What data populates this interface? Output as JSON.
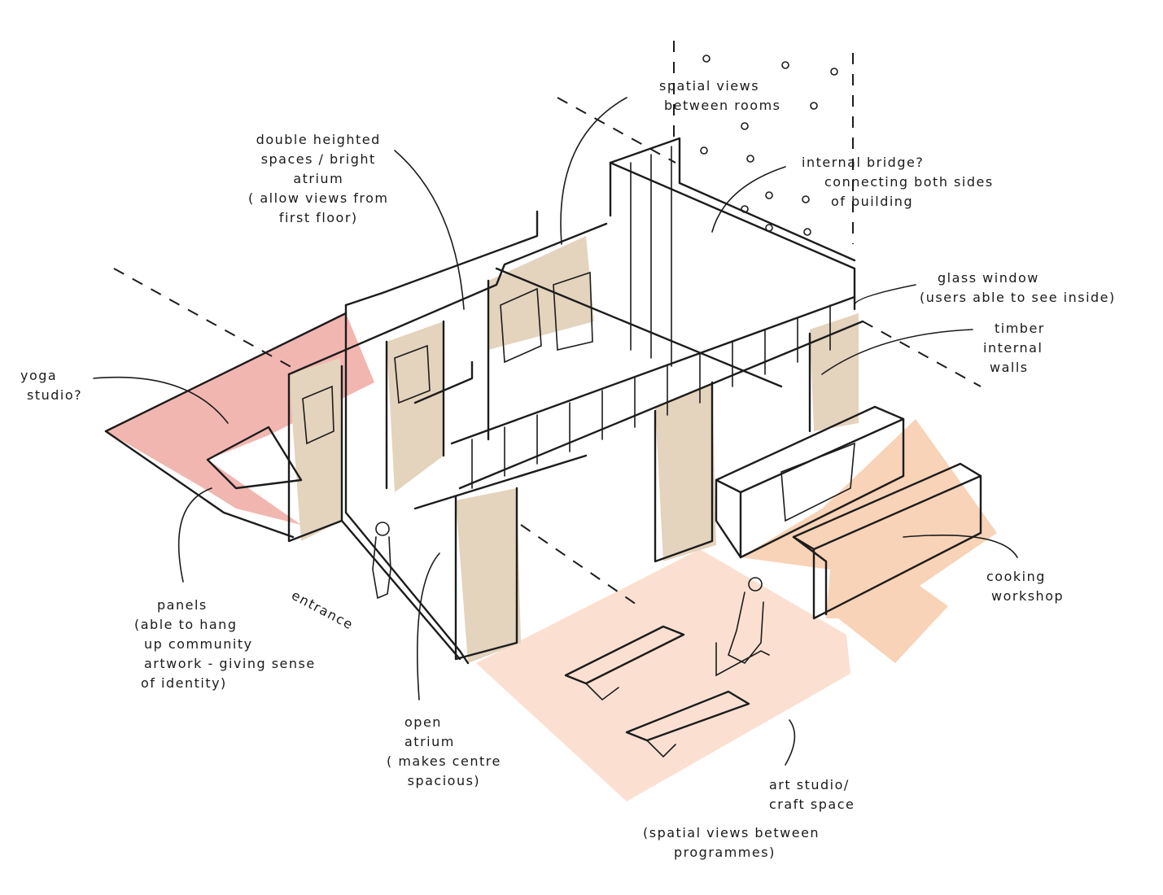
{
  "colors": {
    "yoga_fill": "#f2b6b0",
    "art_fill": "#fbe0d2",
    "cooking_fill": "#f8d3b7",
    "timber_fill": "#e4d3bd",
    "ink": "#1c1c1c"
  },
  "annotations": {
    "spatial_views": [
      "spatial views",
      "between rooms"
    ],
    "double_height": [
      "double heighted",
      "spaces / bright",
      "atrium",
      "( allow views from",
      "first floor)"
    ],
    "internal_bridge": [
      "internal bridge?",
      "connecting both sides",
      "of building"
    ],
    "glass_window": [
      "glass window",
      "(users able to see inside)"
    ],
    "timber_walls": [
      "timber",
      "internal",
      "walls"
    ],
    "yoga": [
      "yoga",
      "studio?"
    ],
    "entrance": "entrance",
    "panels": [
      "panels",
      "(able to hang",
      "up community",
      "artwork - giving sense",
      "of identity)"
    ],
    "open_atrium": [
      "open",
      "atrium",
      "( makes centre",
      "spacious)"
    ],
    "cooking": [
      "cooking",
      "workshop"
    ],
    "art_studio": [
      "art studio/",
      "craft space"
    ],
    "programmes": [
      "(spatial views between",
      "programmes)"
    ]
  }
}
